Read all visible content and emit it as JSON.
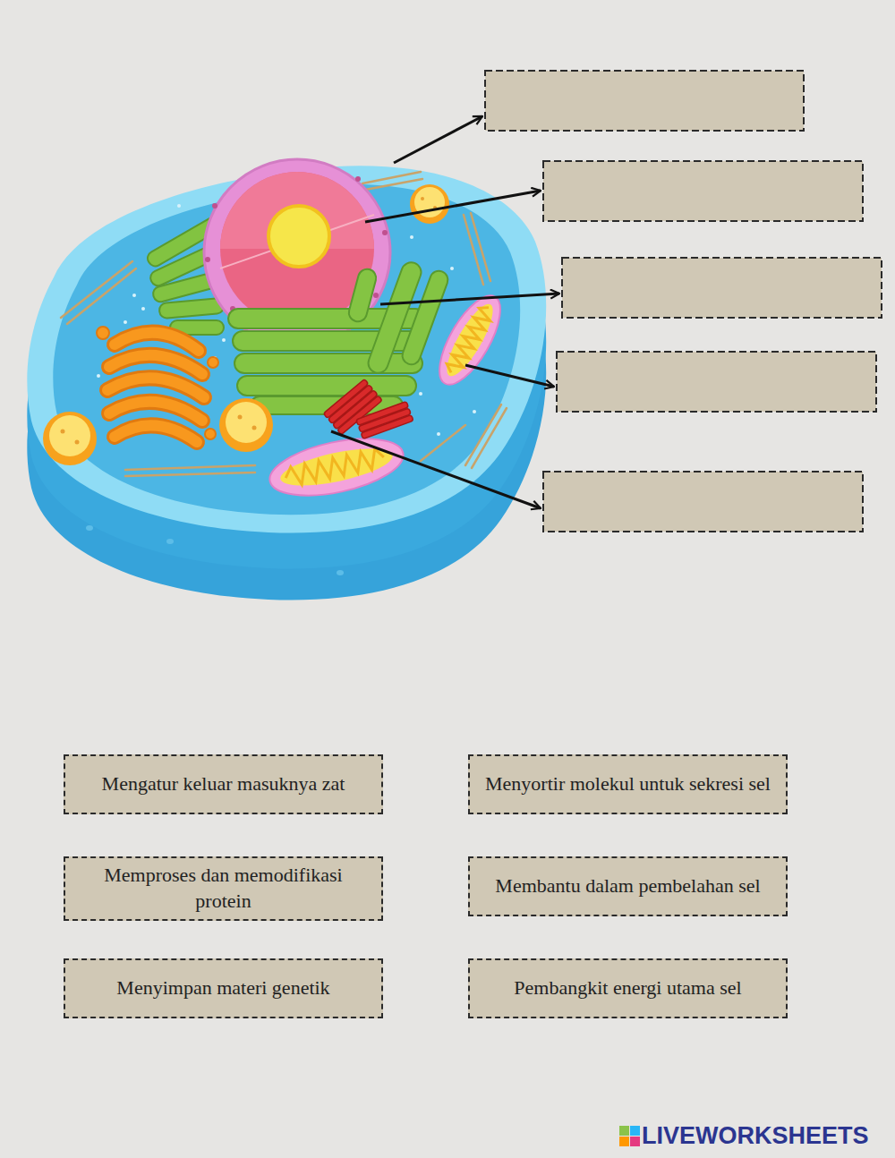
{
  "diagram": {
    "nodes": [
      {
        "text": [
          "Mengatur keluar masuknya zat"
        ]
      },
      {
        "text": [
          "Menyortir molekul untuk sekresi sel"
        ]
      },
      {
        "text": [
          "Memproses dan memodifikasi protein"
        ]
      },
      {
        "text": [
          "Membantu dalam pembelahan sel"
        ]
      },
      {
        "text": [
          "Menyimpan materi genetik"
        ]
      },
      {
        "text": [
          "Pembangkit energi utama sel"
        ]
      }
    ],
    "labels": [
      "LIVEWORKSHEETS"
    ]
  }
}
